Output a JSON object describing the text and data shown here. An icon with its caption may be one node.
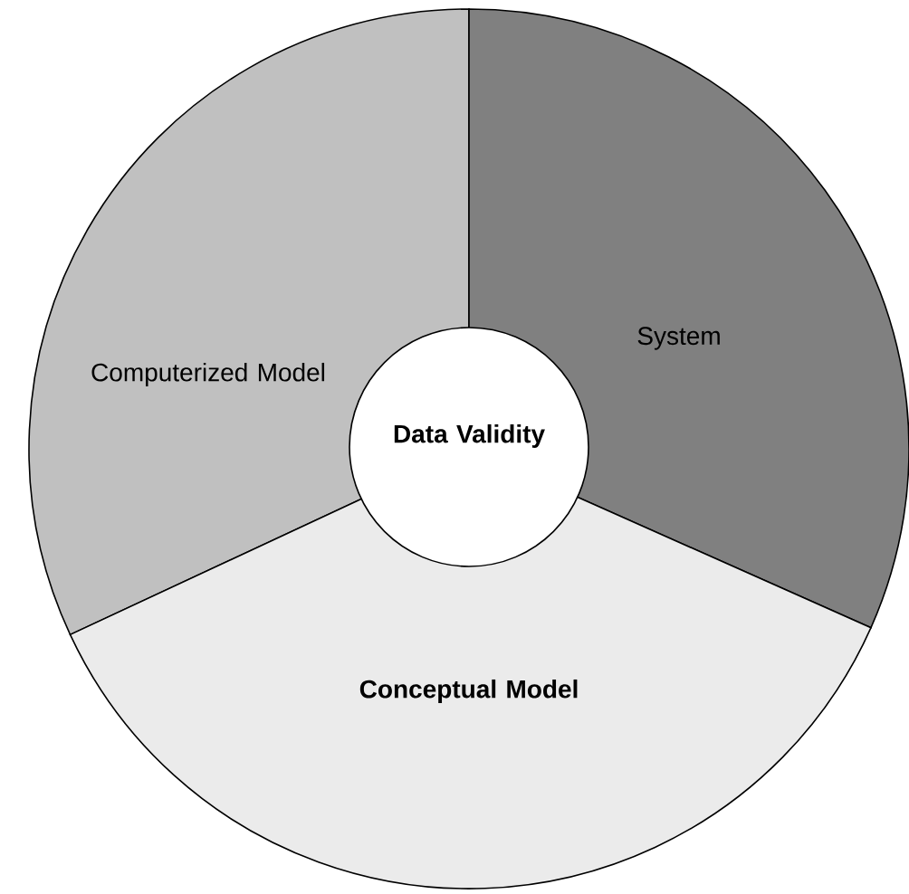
{
  "diagram": {
    "nodes": [
      {
        "text": [
          "Computerized Model"
        ]
      },
      {
        "text": [
          "System"
        ]
      },
      {
        "text": [
          "Conceptual Model"
        ]
      },
      {
        "text": [
          "Data Validity"
        ]
      }
    ]
  }
}
